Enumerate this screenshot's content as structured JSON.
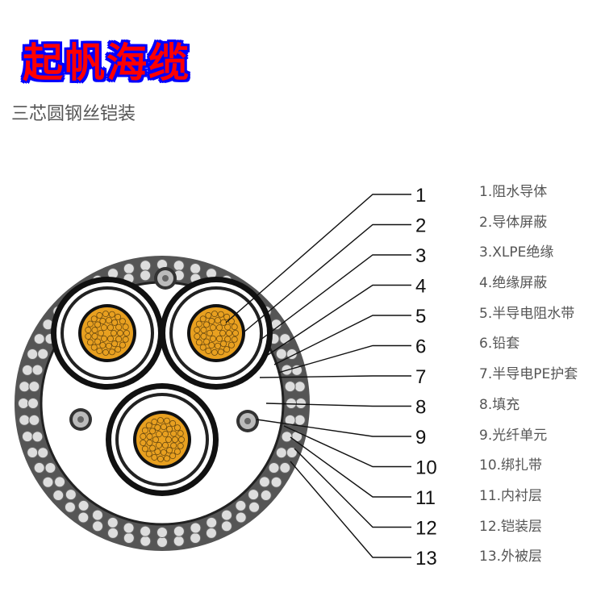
{
  "brand": "起帆海缆",
  "subtitle": "三芯圆钢丝铠装",
  "callout_numbers": [
    "1",
    "2",
    "3",
    "4",
    "5",
    "6",
    "7",
    "8",
    "9",
    "10",
    "11",
    "12",
    "13"
  ],
  "legend": [
    "1.阻水导体",
    "2.导体屏蔽",
    "3.XLPE绝缘",
    "4.绝缘屏蔽",
    "5.半导电阻水带",
    "6.铅套",
    "7.半导电PE护套",
    "8.填充",
    "9.光纤单元",
    "10.绑扎带",
    "11.内衬层",
    "12.铠装层",
    "13.外被层"
  ],
  "colors": {
    "brand_fill": "#ff0000",
    "brand_outline": "#0000ff",
    "conductor": "#e8a020"
  }
}
